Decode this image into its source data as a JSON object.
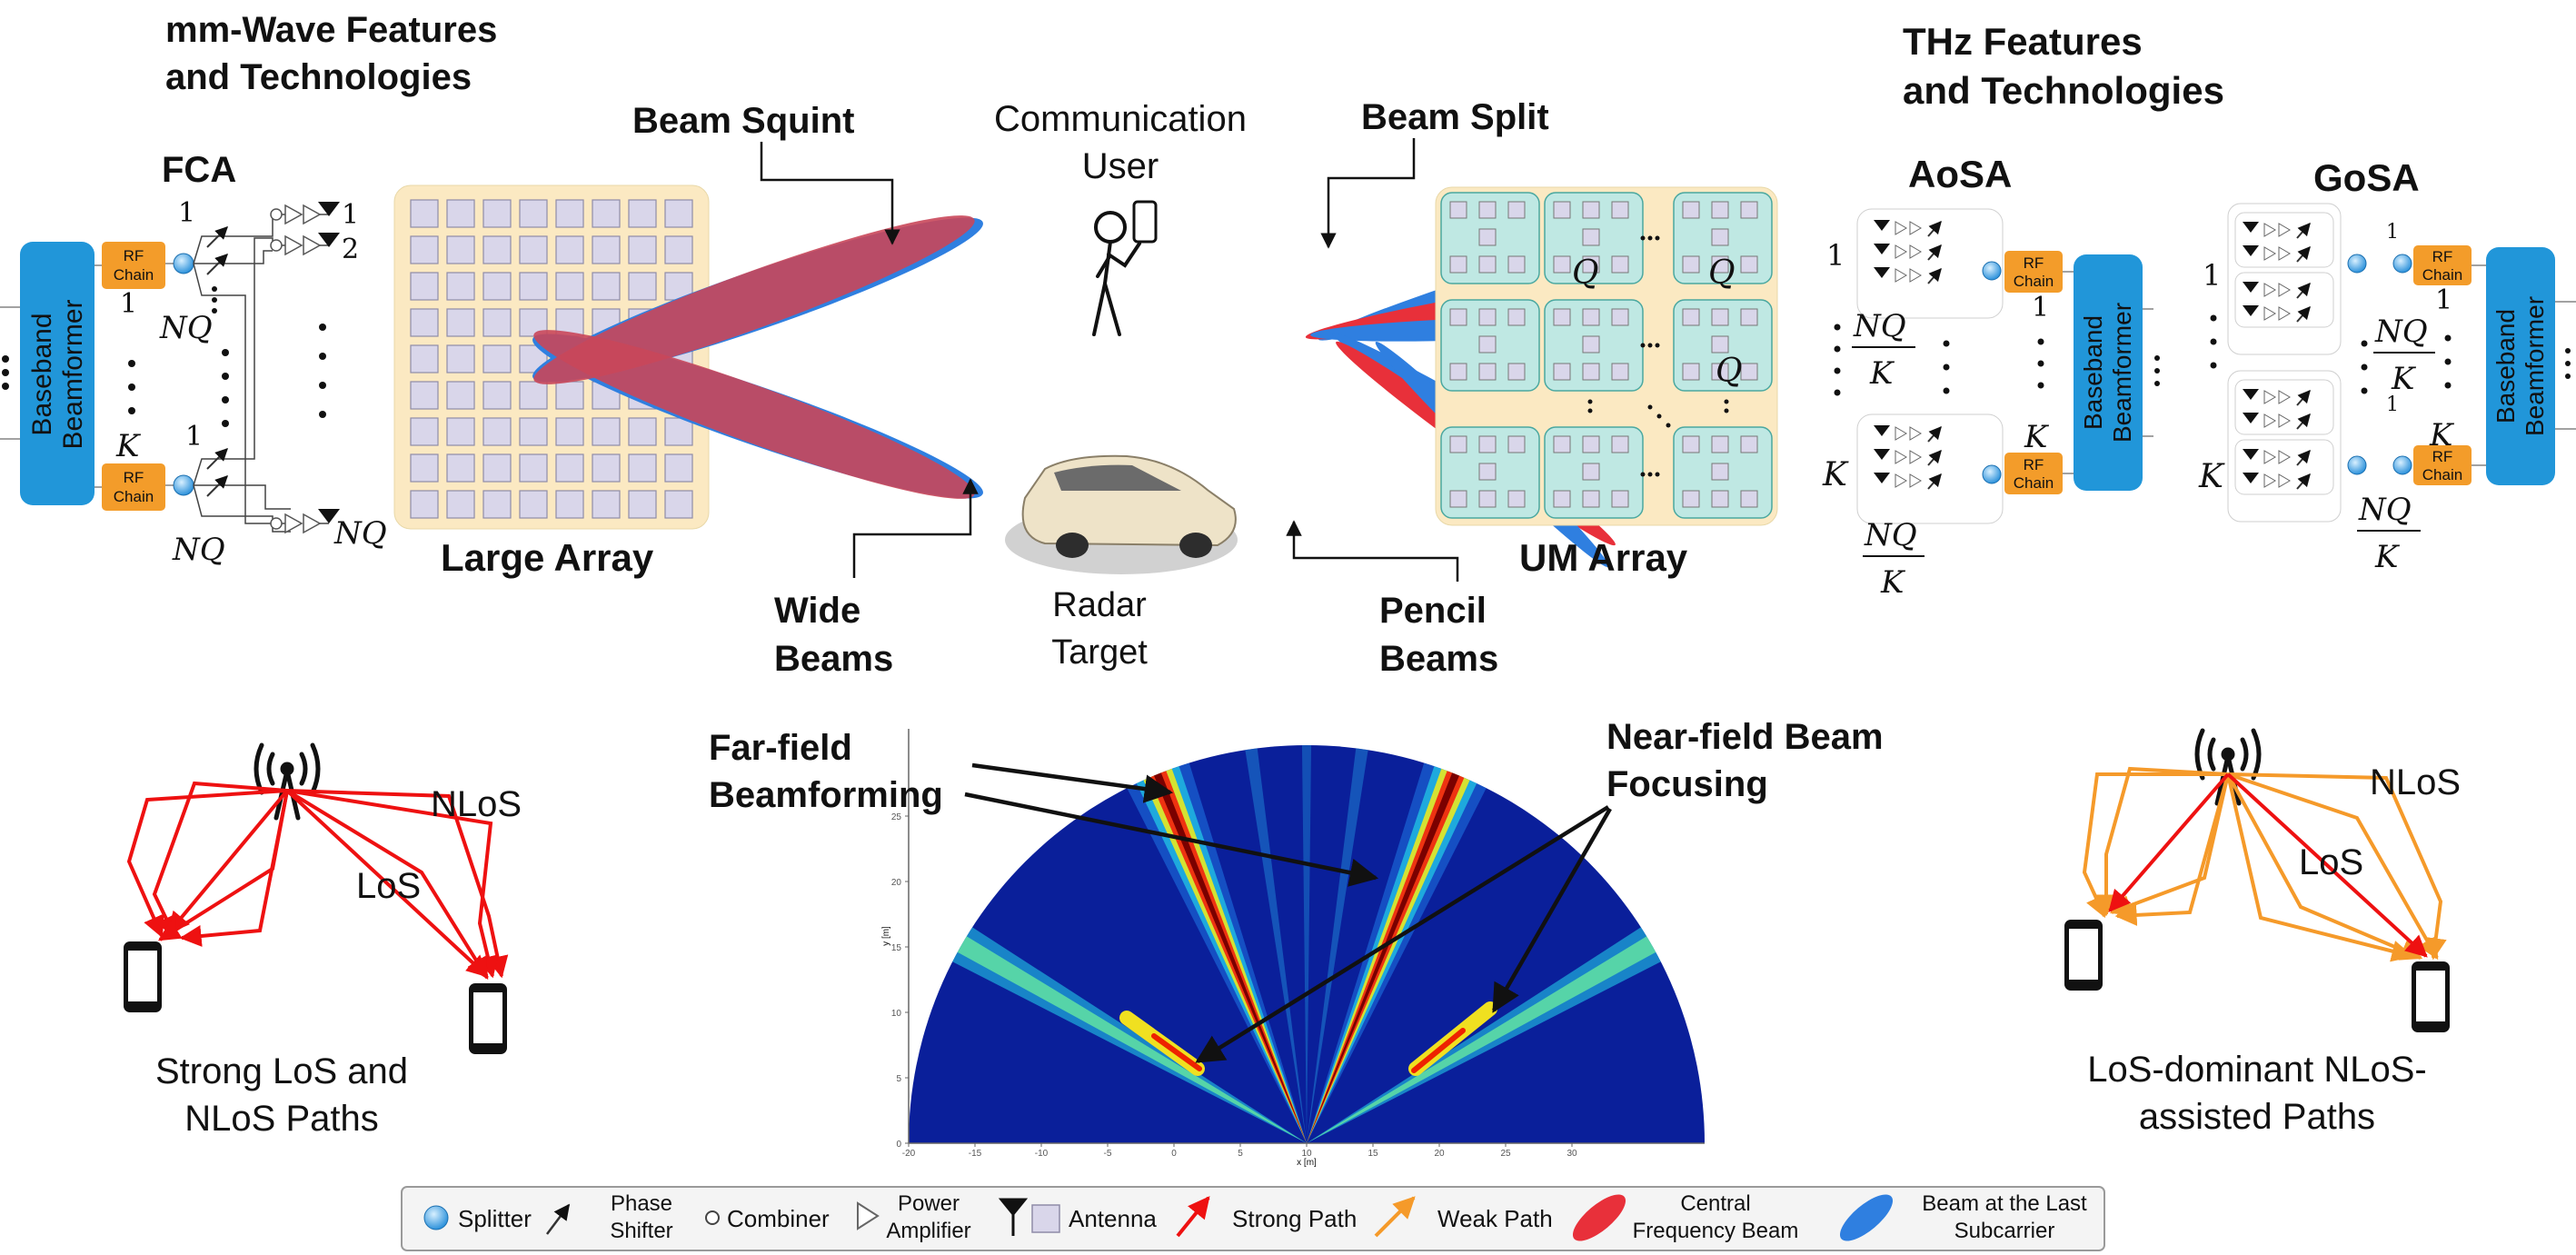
{
  "sections": {
    "mmwave_title": [
      "mm-Wave Features",
      "and Technologies"
    ],
    "thz_title": [
      "THz Features",
      "and Technologies"
    ],
    "fca": "FCA",
    "aosa": "AoSA",
    "gosa": "GoSA",
    "large_array": "Large Array",
    "um_array": "UM Array",
    "beam_squint": "Beam Squint",
    "beam_split": "Beam Split",
    "wide_beams": [
      "Wide",
      "Beams"
    ],
    "pencil_beams": [
      "Pencil",
      "Beams"
    ],
    "comm_user": [
      "Communication",
      "User"
    ],
    "radar_target": [
      "Radar",
      "Target"
    ],
    "far_field": [
      "Far-field",
      "Beamforming"
    ],
    "near_field": [
      "Near-field Beam",
      "Focusing"
    ],
    "strong_paths": [
      "Strong LoS and",
      "NLoS Paths"
    ],
    "los_dominant": [
      "LoS-dominant NLoS-",
      "assisted Paths"
    ],
    "nlos": "NLoS",
    "los": "LoS"
  },
  "blocks": {
    "baseband": [
      "Baseband",
      "Beamformer"
    ],
    "rf": [
      "RF",
      "Chain"
    ]
  },
  "math": {
    "one": "1",
    "two": "2",
    "K": "K",
    "NQ": "NQ",
    "Q": "Q",
    "NQ_over_K_num": "NQ",
    "NQ_over_K_den": "K"
  },
  "heatmap": {
    "yticks": [
      "0",
      "5",
      "10",
      "15",
      "20",
      "25"
    ],
    "xticks": [
      "-20",
      "-15",
      "-10",
      "-5",
      "0",
      "5",
      "10",
      "15",
      "20",
      "25",
      "30"
    ],
    "xlabel": "x [m]",
    "ylabel": "y [m]"
  },
  "legend": {
    "items": [
      {
        "icon": "splitter",
        "label": [
          "Splitter"
        ]
      },
      {
        "icon": "phase-shifter",
        "label": [
          "Phase",
          "Shifter"
        ]
      },
      {
        "icon": "combiner",
        "label": [
          "Combiner"
        ]
      },
      {
        "icon": "power-amplifier",
        "label": [
          "Power",
          "Amplifier"
        ]
      },
      {
        "icon": "antenna",
        "label": [
          "Antenna"
        ]
      },
      {
        "icon": "strong-path",
        "label": [
          "Strong Path"
        ]
      },
      {
        "icon": "weak-path",
        "label": [
          "Weak Path"
        ]
      },
      {
        "icon": "central-beam",
        "label": [
          "Central",
          "Frequency Beam"
        ]
      },
      {
        "icon": "last-subcarrier-beam",
        "label": [
          "Beam at the Last",
          "Subcarrier"
        ]
      }
    ]
  },
  "colors": {
    "baseband": "#2196d9",
    "rf": "#f39c2a",
    "red_beam": "#e8303a",
    "blue_beam": "#2f7fe0",
    "array_bg": "#fbe9c2",
    "tile": "#d9d6ea",
    "strong": "#ee1111",
    "weak": "#f59a2a",
    "sub": "#bfe8e3"
  }
}
